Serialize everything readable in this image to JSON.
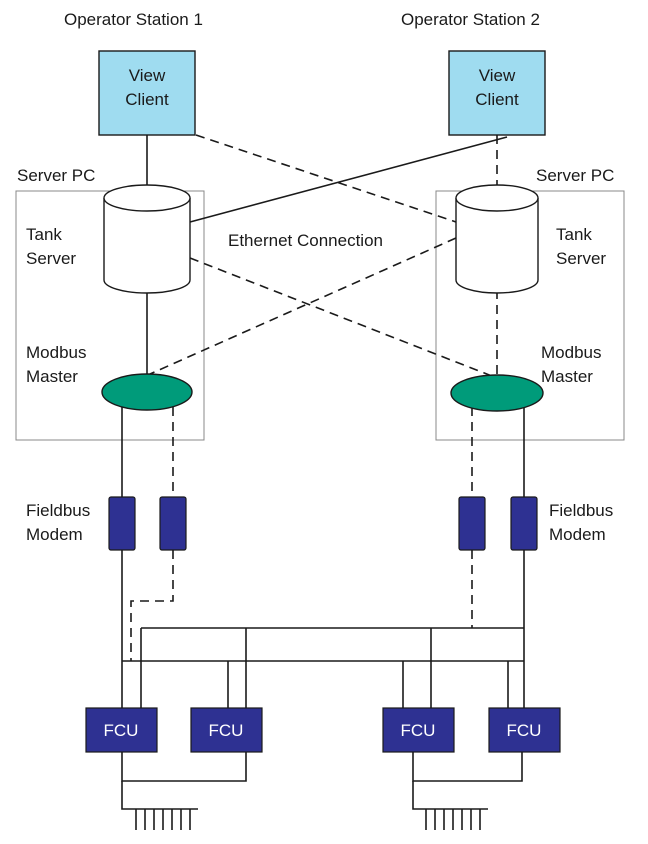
{
  "stations": {
    "left_title": "Operator Station 1",
    "right_title": "Operator Station 2",
    "view_client_line1": "View",
    "view_client_line2": "Client"
  },
  "servers": {
    "server_pc": "Server PC",
    "tank_server_line1": "Tank",
    "tank_server_line2": "Server",
    "modbus_master_line1": "Modbus",
    "modbus_master_line2": "Master"
  },
  "network": {
    "ethernet": "Ethernet Connection"
  },
  "fieldbus": {
    "modem_line1": "Fieldbus",
    "modem_line2": "Modem"
  },
  "fcu_label": "FCU",
  "colors": {
    "view_client": "#9fdcf0",
    "modbus_master": "#009b7a",
    "modem_and_fcu": "#2e3192",
    "line": "#1a1a1a"
  }
}
